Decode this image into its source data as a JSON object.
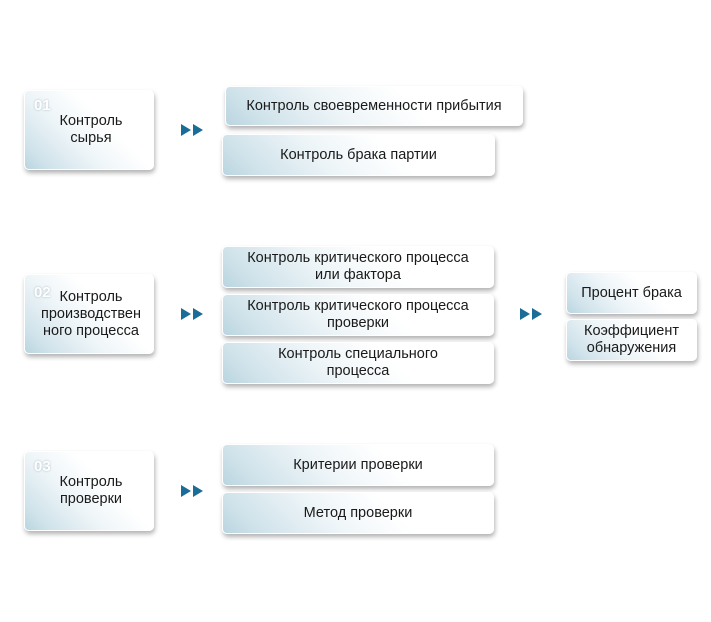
{
  "colors": {
    "arrow": "#1b6d98",
    "box_tint": "#bad5e0"
  },
  "categories": [
    {
      "num": "01",
      "label": "Контроль\nсырья"
    },
    {
      "num": "02",
      "label": "Контроль\nпроизводствен\nного процесса"
    },
    {
      "num": "03",
      "label": "Контроль\nпроверки"
    }
  ],
  "group1": [
    {
      "label": "Контроль своевременности прибытия"
    },
    {
      "label": "Контроль брака партии"
    }
  ],
  "group2": [
    {
      "label": "Контроль критического процесса\nили фактора"
    },
    {
      "label": "Контроль критического процесса\nпроверки"
    },
    {
      "label": "Контроль специального\nпроцесса"
    }
  ],
  "group2_results": [
    {
      "label": "Процент брака"
    },
    {
      "label": "Коэффициент\nобнаружения"
    }
  ],
  "group3": [
    {
      "label": "Критерии проверки"
    },
    {
      "label": "Метод проверки"
    }
  ],
  "arrows": [
    {
      "icon": "double-arrow-right-icon"
    },
    {
      "icon": "double-arrow-right-icon"
    },
    {
      "icon": "double-arrow-right-icon"
    },
    {
      "icon": "double-arrow-right-icon"
    }
  ]
}
